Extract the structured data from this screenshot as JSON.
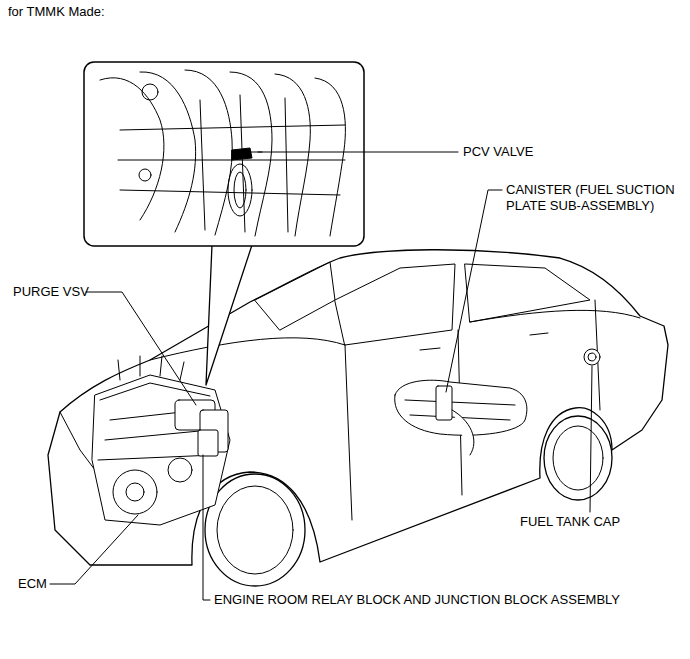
{
  "diagram": {
    "title": "for TMMK Made:",
    "labels": [
      "PCV VALVE",
      "CANISTER (FUEL SUCTION PLATE SUB-ASSEMBLY)",
      "PURGE VSV",
      "FUEL TANK CAP",
      "ECM",
      "ENGINE ROOM RELAY BLOCK AND JUNCTION BLOCK ASSEMBLY"
    ]
  }
}
